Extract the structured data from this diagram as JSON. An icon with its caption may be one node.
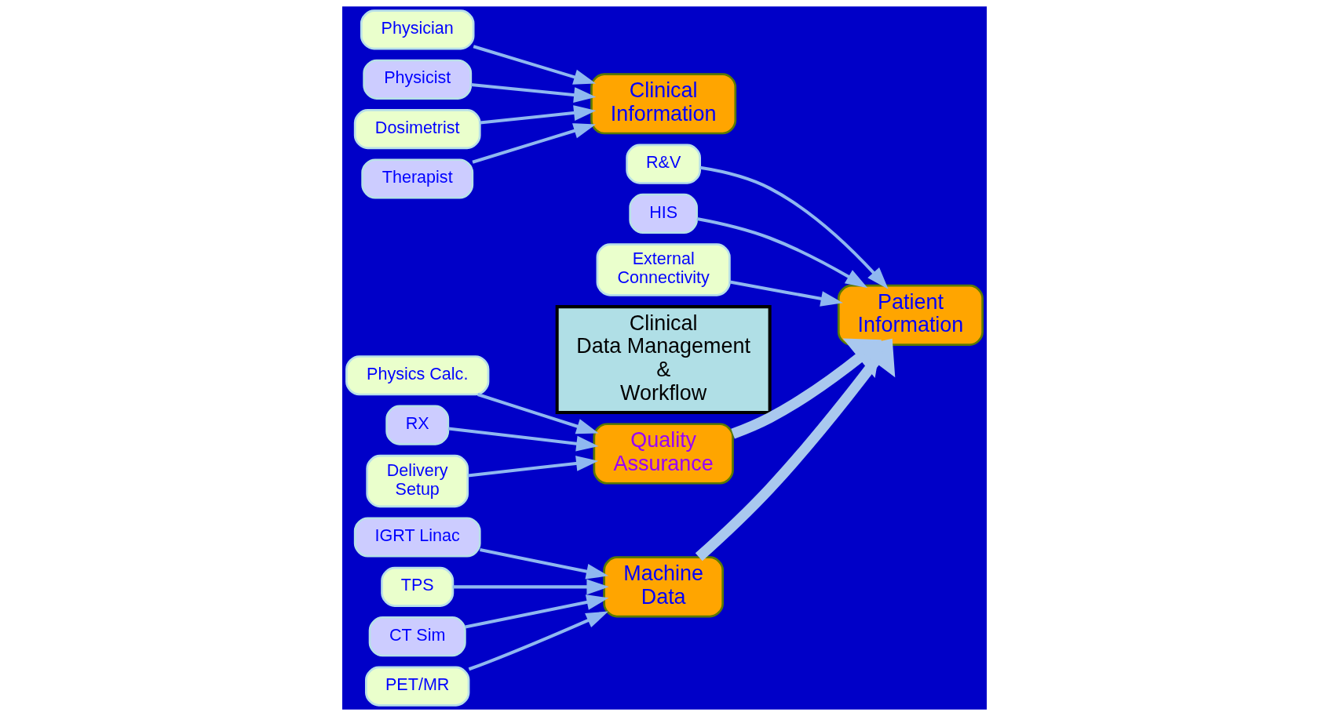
{
  "diagram": {
    "nodes": [
      {
        "text": [
          "Patient Information"
        ]
      },
      {
        "text": [
          "R&V"
        ]
      },
      {
        "text": [
          "HIS"
        ]
      },
      {
        "text": [
          "External Connectivity"
        ]
      },
      {
        "text": [
          "Clinical Data Management & Workflow"
        ]
      },
      {
        "text": [
          "Quality Assurance"
        ]
      },
      {
        "text": [
          "Physics Calc."
        ]
      },
      {
        "text": [
          "RX"
        ]
      },
      {
        "text": [
          "Delivery Setup"
        ]
      },
      {
        "text": [
          "Machine Data"
        ]
      },
      {
        "text": [
          "IGRT Linac"
        ]
      },
      {
        "text": [
          "TPS"
        ]
      },
      {
        "text": [
          "CT Sim"
        ]
      },
      {
        "text": [
          "PET/MR"
        ]
      },
      {
        "text": [
          "Clinical Information"
        ]
      },
      {
        "text": [
          "Physician"
        ]
      },
      {
        "text": [
          "Physicist"
        ]
      },
      {
        "text": [
          "Dosimetrist"
        ]
      },
      {
        "text": [
          "Therapist"
        ]
      }
    ],
    "edges": [
      {
        "from": 1,
        "to": 0,
        "arrow": "to"
      },
      {
        "from": 2,
        "to": 0,
        "arrow": "to"
      },
      {
        "from": 3,
        "to": 0,
        "arrow": "to"
      },
      {
        "from": 6,
        "to": 5,
        "arrow": "to"
      },
      {
        "from": 7,
        "to": 5,
        "arrow": "to"
      },
      {
        "from": 8,
        "to": 5,
        "arrow": "to"
      },
      {
        "from": 10,
        "to": 9,
        "arrow": "to"
      },
      {
        "from": 11,
        "to": 9,
        "arrow": "to"
      },
      {
        "from": 12,
        "to": 9,
        "arrow": "to"
      },
      {
        "from": 13,
        "to": 9,
        "arrow": "to"
      },
      {
        "from": 15,
        "to": 14,
        "arrow": "to"
      },
      {
        "from": 16,
        "to": 14,
        "arrow": "to"
      },
      {
        "from": 17,
        "to": 14,
        "arrow": "to"
      },
      {
        "from": 18,
        "to": 14,
        "arrow": "to"
      },
      {
        "from": 5,
        "to": 0,
        "arrow": "to",
        "style": "thick",
        "color": "#a9c8ee"
      },
      {
        "from": 9,
        "to": 0,
        "arrow": "to",
        "style": "thick",
        "color": "#a9c8ee"
      }
    ]
  }
}
